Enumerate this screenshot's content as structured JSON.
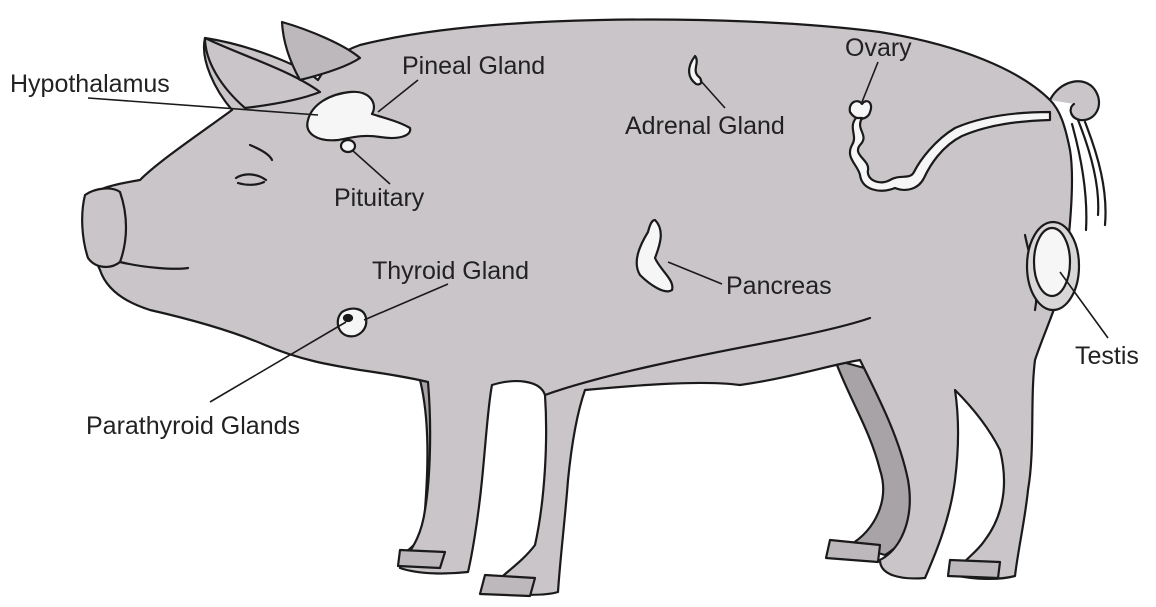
{
  "colors": {
    "body": "#c9c5c8",
    "far_legs": "#a8a3a7",
    "gland": "#f6f6f6",
    "outline": "#1a1a1a",
    "text": "#222222"
  },
  "labels": {
    "hypothalamus": "Hypothalamus",
    "pineal": "Pineal Gland",
    "pituitary": "Pituitary",
    "adrenal": "Adrenal Gland",
    "ovary": "Ovary",
    "thyroid": "Thyroid Gland",
    "pancreas": "Pancreas",
    "parathyroid": "Parathyroid Glands",
    "testis": "Testis"
  }
}
